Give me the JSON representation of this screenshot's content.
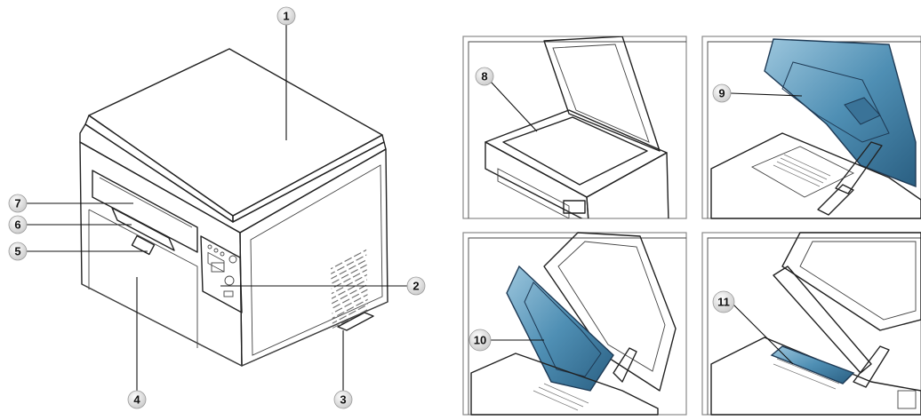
{
  "callouts": {
    "c1": "1",
    "c2": "2",
    "c3": "3",
    "c4": "4",
    "c5": "5",
    "c6": "6",
    "c7": "7",
    "c8": "8",
    "c9": "9",
    "c10": "10",
    "c11": "11"
  },
  "colors": {
    "highlight_blue": "#2f6f95",
    "badge_fill": "#dcdcdc",
    "line": "#222222"
  }
}
